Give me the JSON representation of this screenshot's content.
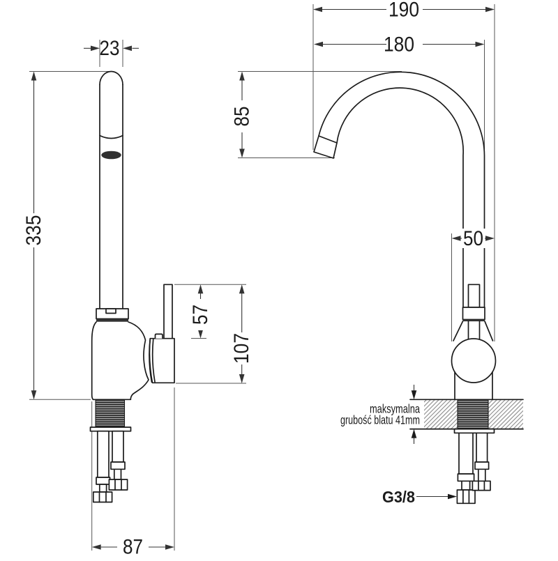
{
  "drawing": {
    "type": "technical-dimension-drawing",
    "subject": "kitchen faucet two-view dimensional diagram",
    "units": "mm",
    "colors": {
      "background": "#ffffff",
      "outline": "#1b1b1b",
      "dimension": "#333333",
      "aerator_fill": "#2f2f2f"
    },
    "side_view": {
      "dimensions": {
        "spout_pipe_diameter": "23",
        "total_height": "335",
        "lever_height": "57",
        "handle_height": "107",
        "base_depth": "87"
      }
    },
    "front_view": {
      "dimensions": {
        "overall_reach": "190",
        "spout_reach": "180",
        "spout_drop": "85",
        "body_width": "50"
      },
      "countertop_note": {
        "line1": "maksymalna",
        "line2": "grubość blatu 41mm"
      },
      "connection_thread_label": "G3/8"
    }
  }
}
